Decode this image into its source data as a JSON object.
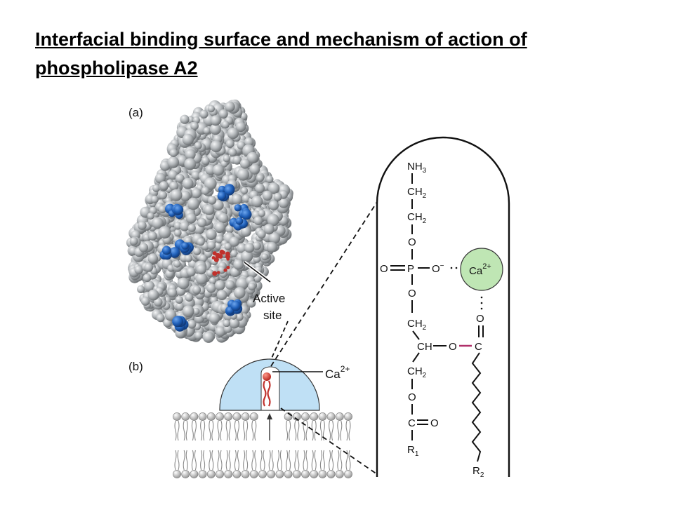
{
  "title": "Interfacial binding surface and mechanism of action of phospholipase A2",
  "panel_a": {
    "label": "(a)",
    "active_site_line1": "Active",
    "active_site_line2": "site"
  },
  "panel_b": {
    "label": "(b)",
    "ca_label": "Ca",
    "ca_charge": "2+"
  },
  "molecule": {
    "nh3": "NH",
    "nh3_sub": "3",
    "ch2": "CH",
    "ch2_sub": "2",
    "o": "O",
    "p": "P",
    "o_minus": "O",
    "minus": "−",
    "ch": "CH",
    "c": "C",
    "ca": "Ca",
    "ca_charge": "2+",
    "r1": "R",
    "r1_sub": "1",
    "r2": "R",
    "r2_sub": "2"
  },
  "colors": {
    "protein_gray": "#a9adb0",
    "basic_residue_blue": "#1f5fb8",
    "active_site_red": "#c0302b",
    "enzyme_light_blue": "#bfe0f5",
    "calcium_green": "#bfe6b4",
    "ester_bond_magenta": "#b0306a"
  },
  "icons": [
    "protein-surface-model",
    "lipid-bilayer",
    "phospholipid-molecule",
    "calcium-ion"
  ]
}
